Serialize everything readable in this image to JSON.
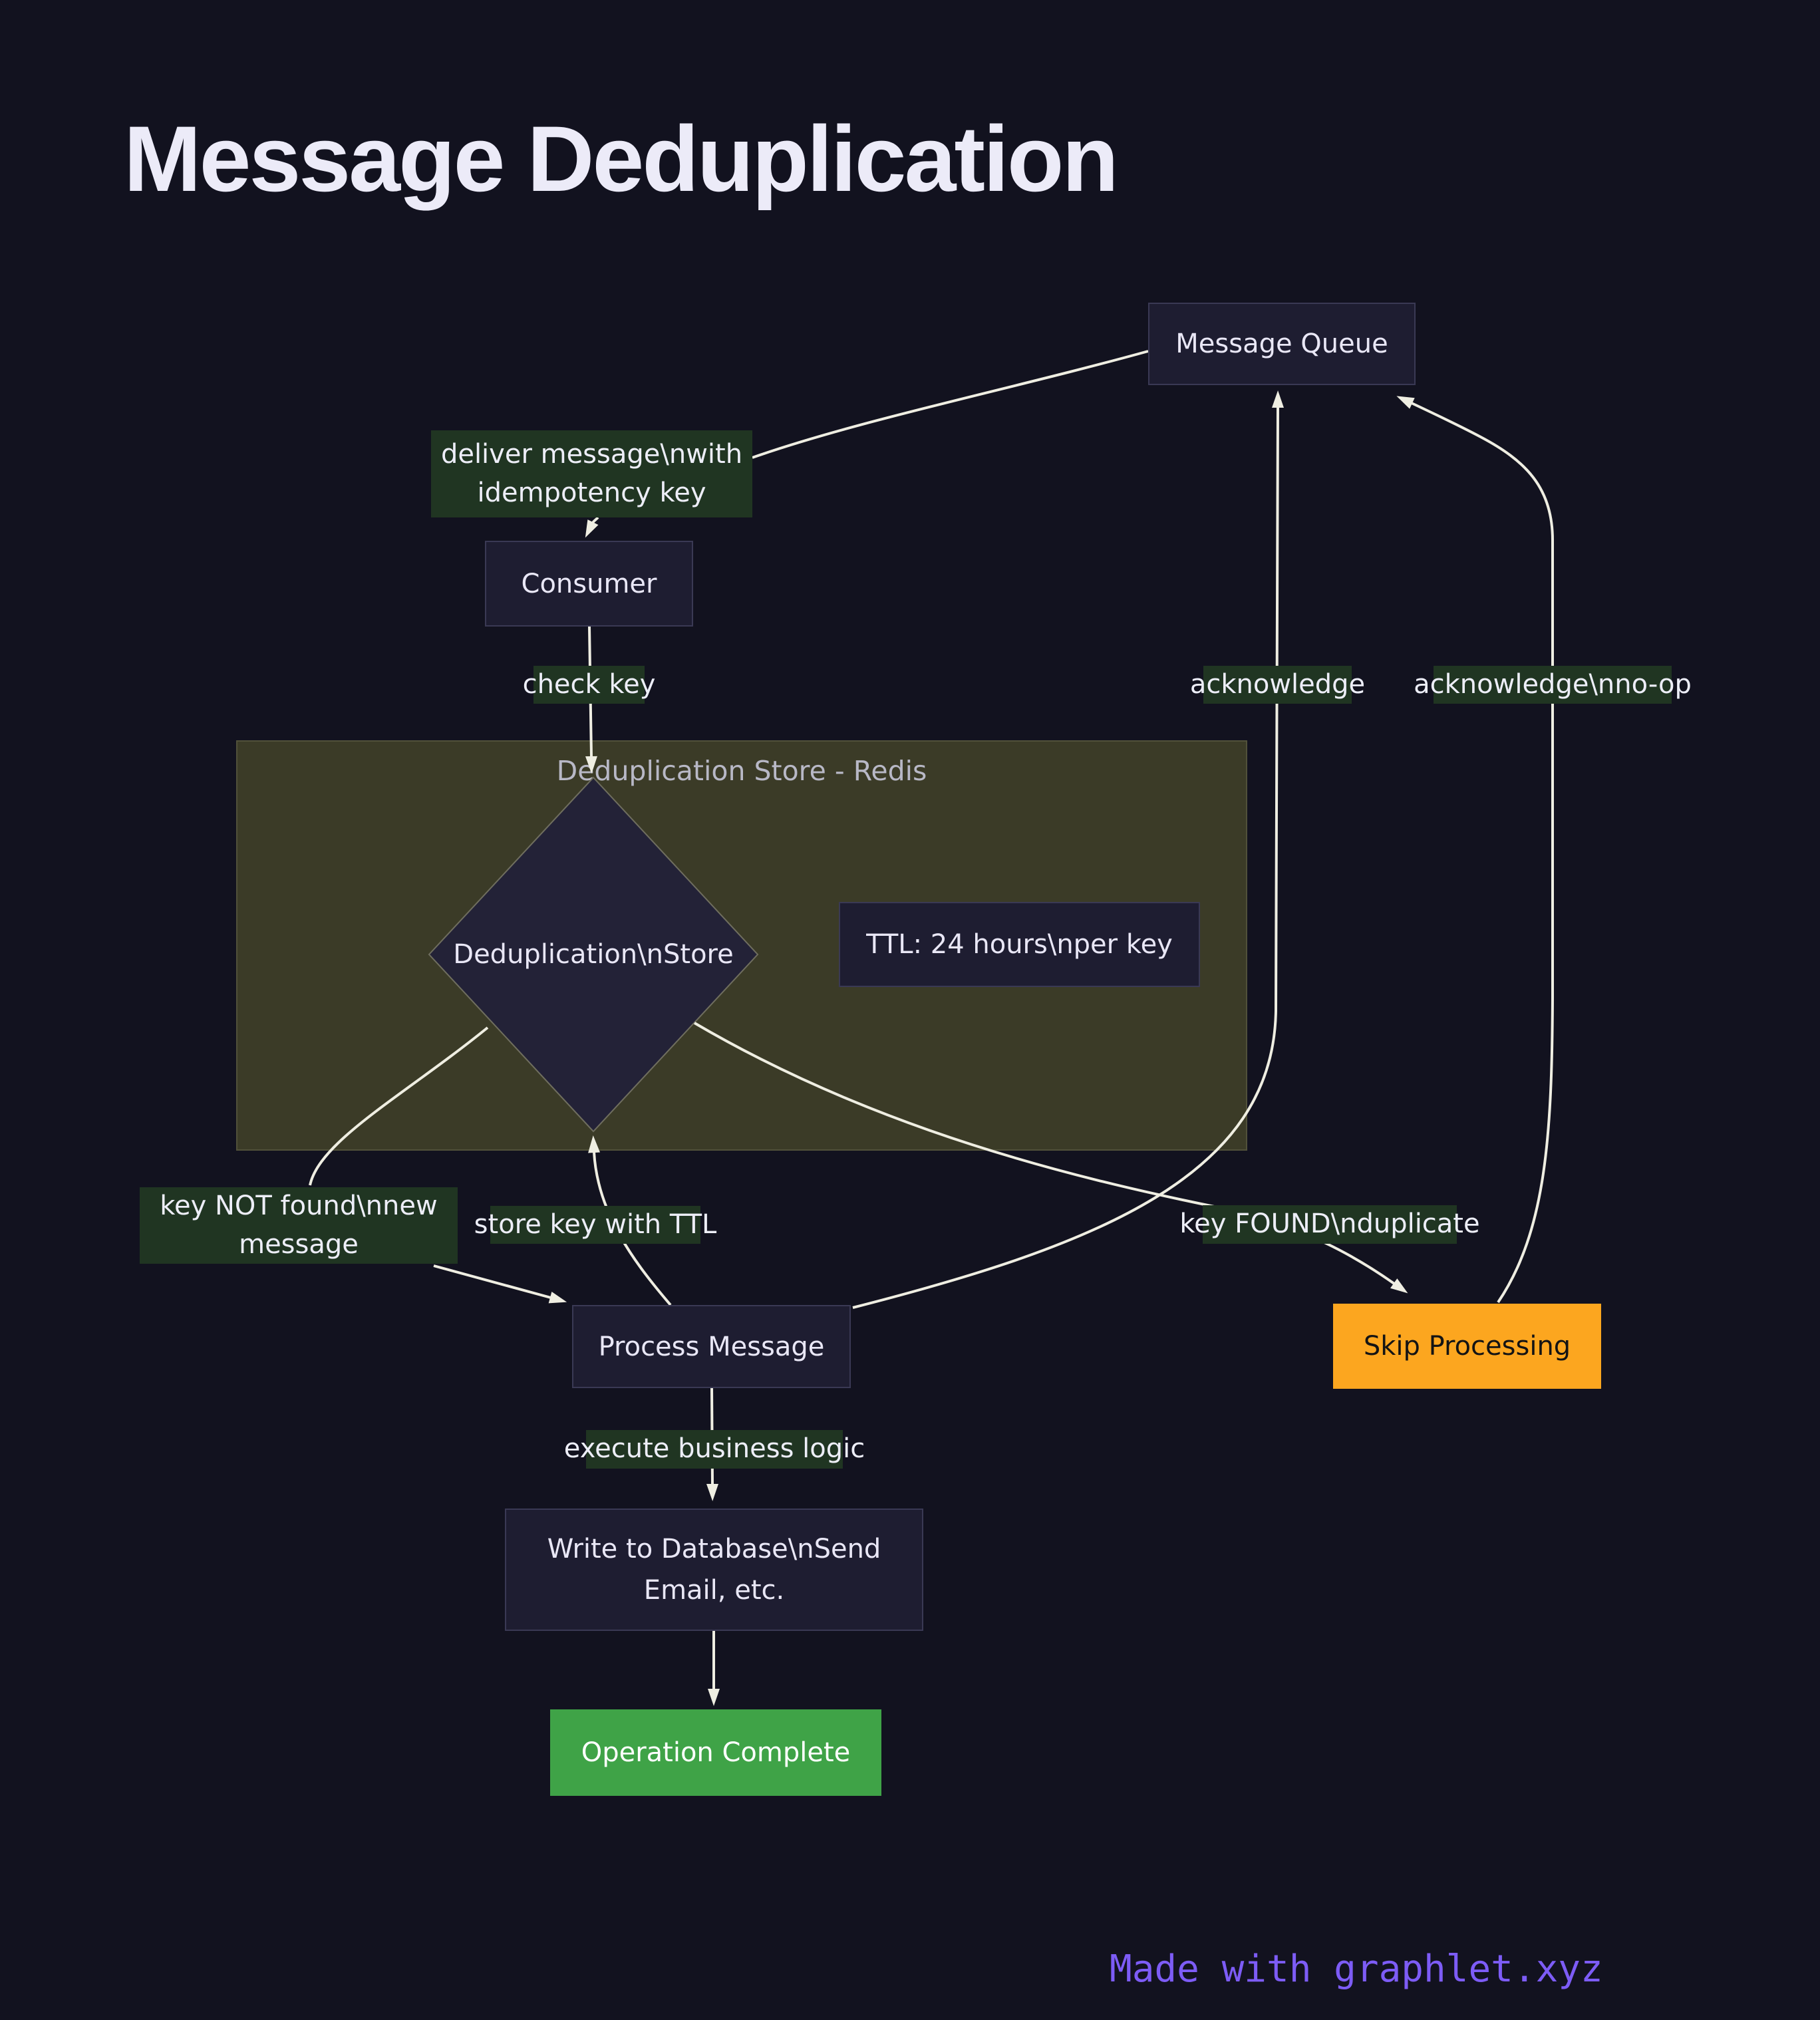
{
  "title": "Message Deduplication",
  "nodes": {
    "message_queue": {
      "label": "Message Queue"
    },
    "consumer": {
      "label": "Consumer"
    },
    "dedup_container": {
      "label": "Deduplication Store - Redis"
    },
    "dedup_store": {
      "label": "Deduplication\\nStore"
    },
    "ttl": {
      "label": "TTL: 24 hours\\nper key"
    },
    "process_message": {
      "label": "Process Message"
    },
    "skip_processing": {
      "label": "Skip Processing"
    },
    "write_db": {
      "label": "Write to Database\\nSend Email, etc."
    },
    "operation_complete": {
      "label": "Operation Complete"
    }
  },
  "edge_labels": {
    "deliver": "deliver message\\nwith idempotency key",
    "check_key": "check key",
    "acknowledge": "acknowledge",
    "acknowledge_noop": "acknowledge\\nno-op",
    "key_not_found": "key NOT found\\nnew message",
    "store_key_ttl": "store key with TTL",
    "key_found": "key FOUND\\nduplicate",
    "execute": "execute business logic"
  },
  "footer": {
    "credit": "Made with graphlet.xyz"
  },
  "colors": {
    "background": "#12121f",
    "node_fill": "#1e1d31",
    "node_border": "#3a3954",
    "container_fill": "#3b3b27",
    "edge_label_fill": "#203522",
    "edge_stroke": "#efeee2",
    "skip_fill": "#fca61f",
    "complete_fill": "#3fa347",
    "credit_purple": "#7d5cf6",
    "text_light": "#e9e7f6"
  }
}
